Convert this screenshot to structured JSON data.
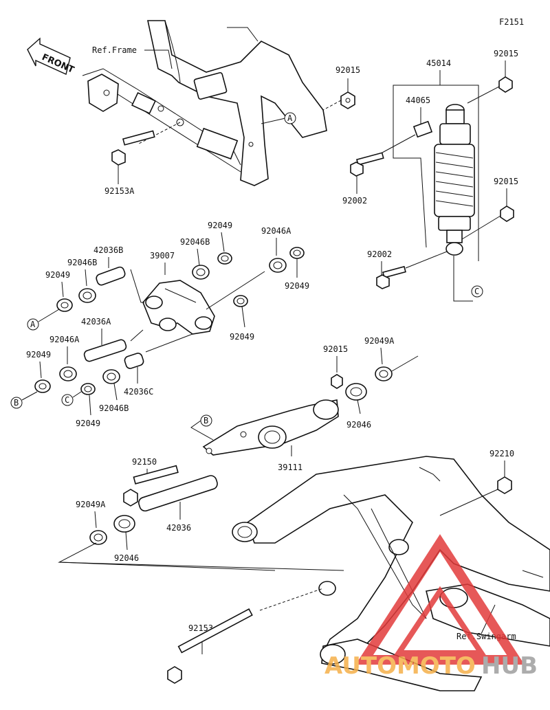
{
  "figure_code": "F2151",
  "front_label": "FRONT",
  "ref_frame": "Ref.Frame",
  "ref_swingarm": "Ref.Swingarm",
  "markers": {
    "a": "A",
    "b": "B",
    "c": "C"
  },
  "parts": {
    "p92015_top": "92015",
    "p92153A": "92153A",
    "p45014": "45014",
    "p92015_r1": "92015",
    "p44065": "44065",
    "p92002_a": "92002",
    "p92015_r2": "92015",
    "p92002_b": "92002",
    "p92049_1": "92049",
    "p92046A_1": "92046A",
    "p42036B": "42036B",
    "p92046B_1": "92046B",
    "p39007": "39007",
    "p92046B_2": "92046B",
    "p92049_2": "92049",
    "p92049_3": "92049",
    "p92049_4": "92049",
    "p42036A": "42036A",
    "p92046A_2": "92046A",
    "p92049_5": "92049",
    "p92046B_3": "92046B",
    "p42036C": "42036C",
    "p92049_6": "92049",
    "p92015_mid": "92015",
    "p92049A_1": "92049A",
    "p92046_1": "92046",
    "p39111": "39111",
    "p92150": "92150",
    "p92049A_2": "92049A",
    "p42036": "42036",
    "p92046_2": "92046",
    "p92210": "92210",
    "p92153": "92153"
  },
  "watermark": {
    "part1": "AUTOMOTO",
    "part2": "HUB"
  },
  "colors": {
    "ink": "#111111",
    "watermark_orange": "#f5b04a",
    "watermark_red": "#e23b3b",
    "watermark_gray": "#9e9e9e"
  }
}
